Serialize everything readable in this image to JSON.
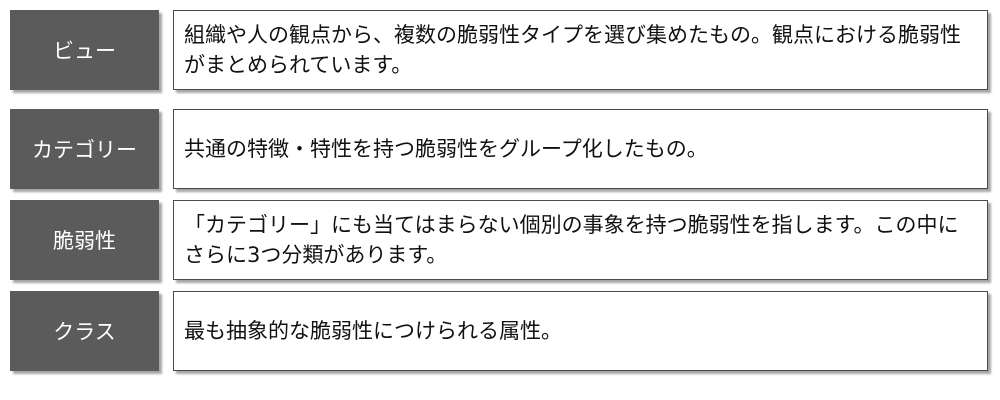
{
  "rows": [
    {
      "term": "ビュー",
      "description": "組織や人の観点から、複数の脆弱性タイプを選び集めたもの。観点における脆弱性がまとめられています。"
    },
    {
      "term": "カテゴリー",
      "description": "共通の特徴・特性を持つ脆弱性をグループ化したもの。"
    },
    {
      "term": "脆弱性",
      "description": "「カテゴリー」にも当てはまらない個別の事象を持つ脆弱性を指します。この中にさらに3つ分類があります。"
    },
    {
      "term": "クラス",
      "description": "最も抽象的な脆弱性につけられる属性。"
    }
  ]
}
